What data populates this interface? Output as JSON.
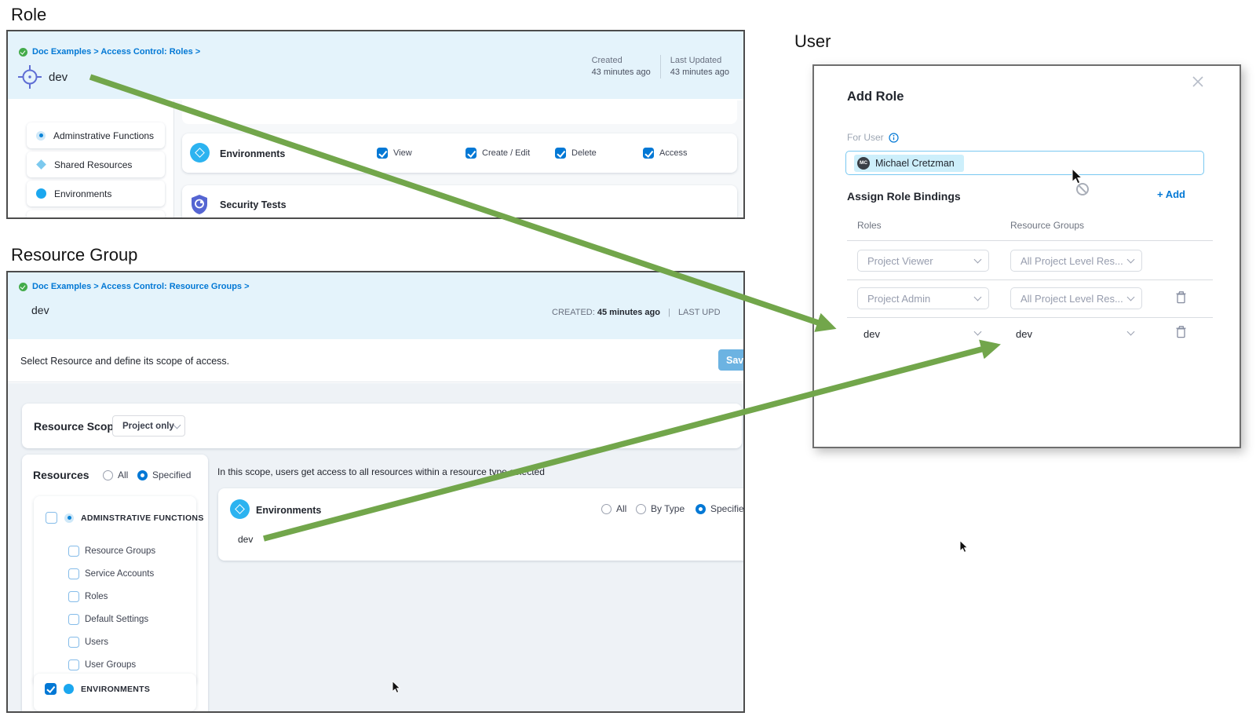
{
  "sections": {
    "role": "Role",
    "resource_group": "Resource Group",
    "user": "User"
  },
  "colors": {
    "accent_blue": "#0278d5",
    "panel_header_bg": "#e4f3fb",
    "arrow_green": "#72a64b",
    "environments_icon_blue": "#2cb3f0",
    "security_icon_indigo": "#5565d2"
  },
  "icons": {
    "breadcrumb_status": "green-check-circle",
    "role_avatar": "crosshair-target",
    "administrative_functions": "light-blue-ring-dot",
    "shared_resources": "light-blue-diamond",
    "environments": "blue-circle",
    "security_tests": "indigo-shield",
    "info": "info-circle",
    "close": "x",
    "delete": "trash",
    "dropdown": "chevron-down",
    "blocked_cursor": "no-entry",
    "pointer": "mouse-arrow"
  },
  "role_panel": {
    "breadcrumb": "Doc Examples > Access Control: Roles >",
    "title": "dev",
    "meta": {
      "created_label": "Created",
      "created_value": "43 minutes ago",
      "updated_label": "Last Updated",
      "updated_value": "43 minutes ago"
    },
    "sidebar_items": [
      "Adminstrative Functions",
      "Shared Resources",
      "Environments"
    ],
    "environments_row": {
      "label": "Environments",
      "permissions": [
        "View",
        "Create / Edit",
        "Delete",
        "Access"
      ]
    },
    "security_row_label": "Security Tests"
  },
  "resource_group_panel": {
    "breadcrumb": "Doc Examples > Access Control: Resource Groups >",
    "title": "dev",
    "meta": {
      "created_label": "CREATED:",
      "created_value": "45 minutes ago",
      "divider": "|",
      "updated_label": "LAST UPD"
    },
    "instruction": "Select Resource and define its scope of access.",
    "save_button": "Sav",
    "resource_scope": {
      "label": "Resource Scope",
      "value": "Project only"
    },
    "resources": {
      "label": "Resources",
      "radio_all": "All",
      "radio_specified": "Specified",
      "admin_group_label": "ADMINSTRATIVE FUNCTIONS",
      "admin_items": [
        "Resource Groups",
        "Service Accounts",
        "Roles",
        "Default Settings",
        "Users",
        "User Groups"
      ],
      "environments_group_label": "ENVIRONMENTS"
    },
    "scope_panel": {
      "description": "In this scope, users get access to all resources within a resource type selected",
      "row_label": "Environments",
      "radio_all": "All",
      "radio_by_type": "By Type",
      "radio_specified": "Specified",
      "selected_resource": "dev"
    }
  },
  "user_modal": {
    "title": "Add Role",
    "for_user_label": "For User",
    "user_chip": {
      "initials": "MC",
      "name": "Michael Cretzman"
    },
    "bindings_label": "Assign Role Bindings",
    "add_button": "+ Add",
    "columns": {
      "roles": "Roles",
      "resource_groups": "Resource Groups"
    },
    "rows": [
      {
        "role": "Project Viewer",
        "resource_group": "All Project Level Res..."
      },
      {
        "role": "Project Admin",
        "resource_group": "All Project Level Res..."
      },
      {
        "role": "dev",
        "resource_group": "dev"
      }
    ]
  }
}
